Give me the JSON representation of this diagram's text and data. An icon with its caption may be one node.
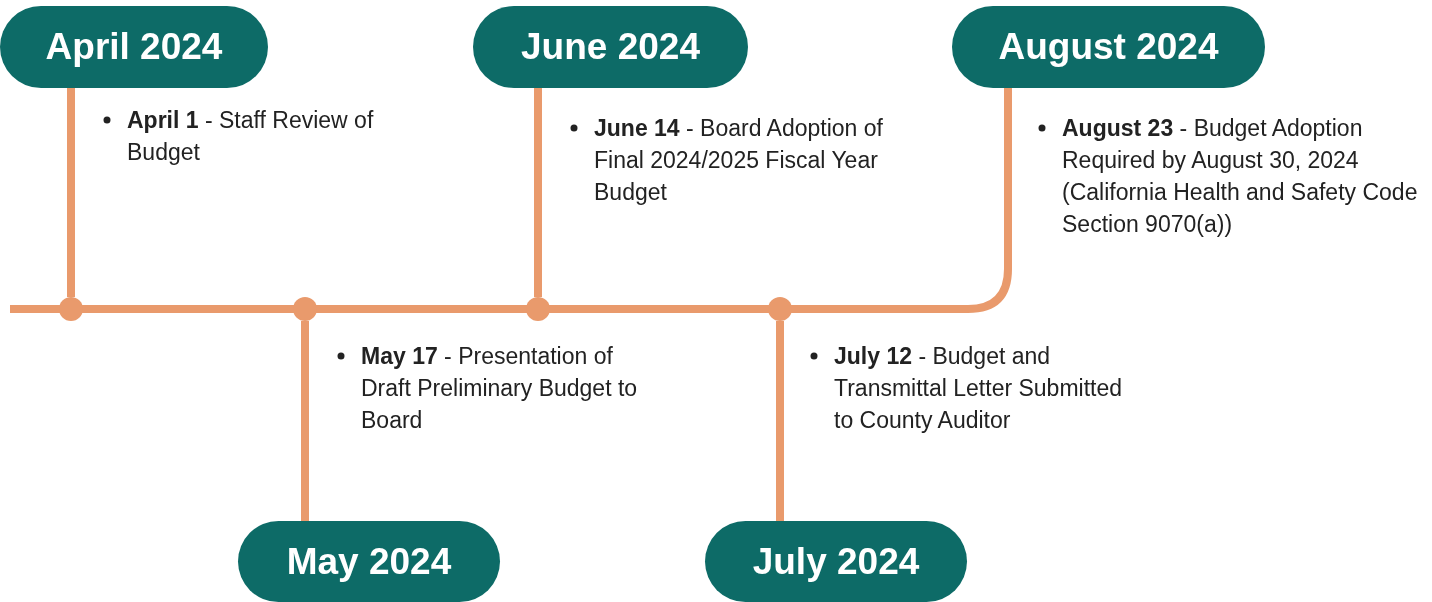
{
  "diagram": {
    "nodes": [
      {
        "text": [
          "April 2024"
        ]
      },
      {
        "text": [
          "May 2024"
        ]
      },
      {
        "text": [
          "June 2024"
        ]
      },
      {
        "text": [
          "July 2024"
        ]
      },
      {
        "text": [
          "August 2024"
        ]
      },
      {
        "text": [],
        "shape": "circle"
      },
      {
        "text": [],
        "shape": "circle"
      },
      {
        "text": [],
        "shape": "circle"
      },
      {
        "text": [],
        "shape": "circle"
      }
    ],
    "edges": [
      {
        "from": 0,
        "to": 5,
        "arrow": "none"
      },
      {
        "from": 1,
        "to": 6,
        "arrow": "none"
      },
      {
        "from": 2,
        "to": 7,
        "arrow": "none"
      },
      {
        "from": 3,
        "to": 8,
        "arrow": "none"
      },
      {
        "from": 4,
        "to": null,
        "arrow": "none"
      }
    ],
    "labels": [
      "**April 1** - Staff Review of Budget",
      "**June 14** - Board Adoption of Final 2024/2025 Fiscal Year Budget",
      "**August 23** - Budget Adoption Required by August 30, 2024 (California Health and Safety Code Section 9070(a))",
      "**May 17** - Presentation of Draft Preliminary Budget to Board",
      "**July 12** - Budget and Transmittal Letter Submitted to County Auditor"
    ]
  }
}
